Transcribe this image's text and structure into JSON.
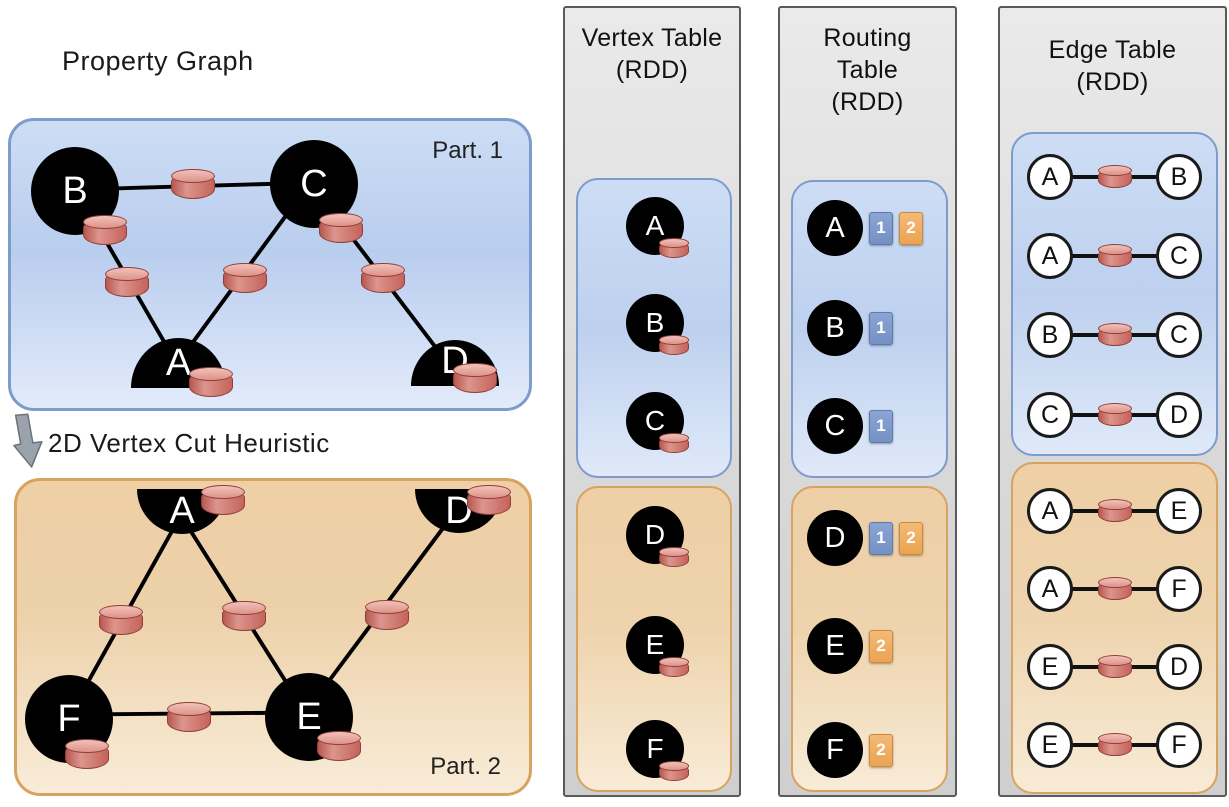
{
  "colors": {
    "partition1_fill": "#c3d4f0",
    "partition1_border": "#7d9bcb",
    "partition2_fill": "#f0d2aa",
    "partition2_border": "#d8a35e",
    "panel_fill": "#dcdcdc",
    "panel_border": "#5a5a5a",
    "vertex_fill": "#000000",
    "property_cylinder_fill": "#cf7168",
    "chip_blue": "#7e99ca",
    "chip_orange": "#f0ad62"
  },
  "property_graph": {
    "title": "Property Graph",
    "cut_label": "2D Vertex Cut Heuristic",
    "part1": {
      "label": "Part. 1",
      "vertices": {
        "A": "A",
        "B": "B",
        "C": "C",
        "D": "D"
      }
    },
    "part2": {
      "label": "Part. 2",
      "vertices": {
        "A": "A",
        "D": "D",
        "E": "E",
        "F": "F"
      }
    }
  },
  "vertex_table": {
    "title": "Vertex Table",
    "subtitle": "(RDD)",
    "part1_vertices": [
      "A",
      "B",
      "C"
    ],
    "part2_vertices": [
      "D",
      "E",
      "F"
    ]
  },
  "routing_table": {
    "title_line1": "Routing",
    "title_line2": "Table",
    "subtitle": "(RDD)",
    "part1_rows": [
      {
        "vertex": "A",
        "partitions": [
          "1",
          "2"
        ]
      },
      {
        "vertex": "B",
        "partitions": [
          "1"
        ]
      },
      {
        "vertex": "C",
        "partitions": [
          "1"
        ]
      }
    ],
    "part2_rows": [
      {
        "vertex": "D",
        "partitions": [
          "1",
          "2"
        ]
      },
      {
        "vertex": "E",
        "partitions": [
          "2"
        ]
      },
      {
        "vertex": "F",
        "partitions": [
          "2"
        ]
      }
    ]
  },
  "edge_table": {
    "title": "Edge Table",
    "subtitle": "(RDD)",
    "part1_edges": [
      {
        "src": "A",
        "dst": "B"
      },
      {
        "src": "A",
        "dst": "C"
      },
      {
        "src": "B",
        "dst": "C"
      },
      {
        "src": "C",
        "dst": "D"
      }
    ],
    "part2_edges": [
      {
        "src": "A",
        "dst": "E"
      },
      {
        "src": "A",
        "dst": "F"
      },
      {
        "src": "E",
        "dst": "D"
      },
      {
        "src": "E",
        "dst": "F"
      }
    ]
  }
}
